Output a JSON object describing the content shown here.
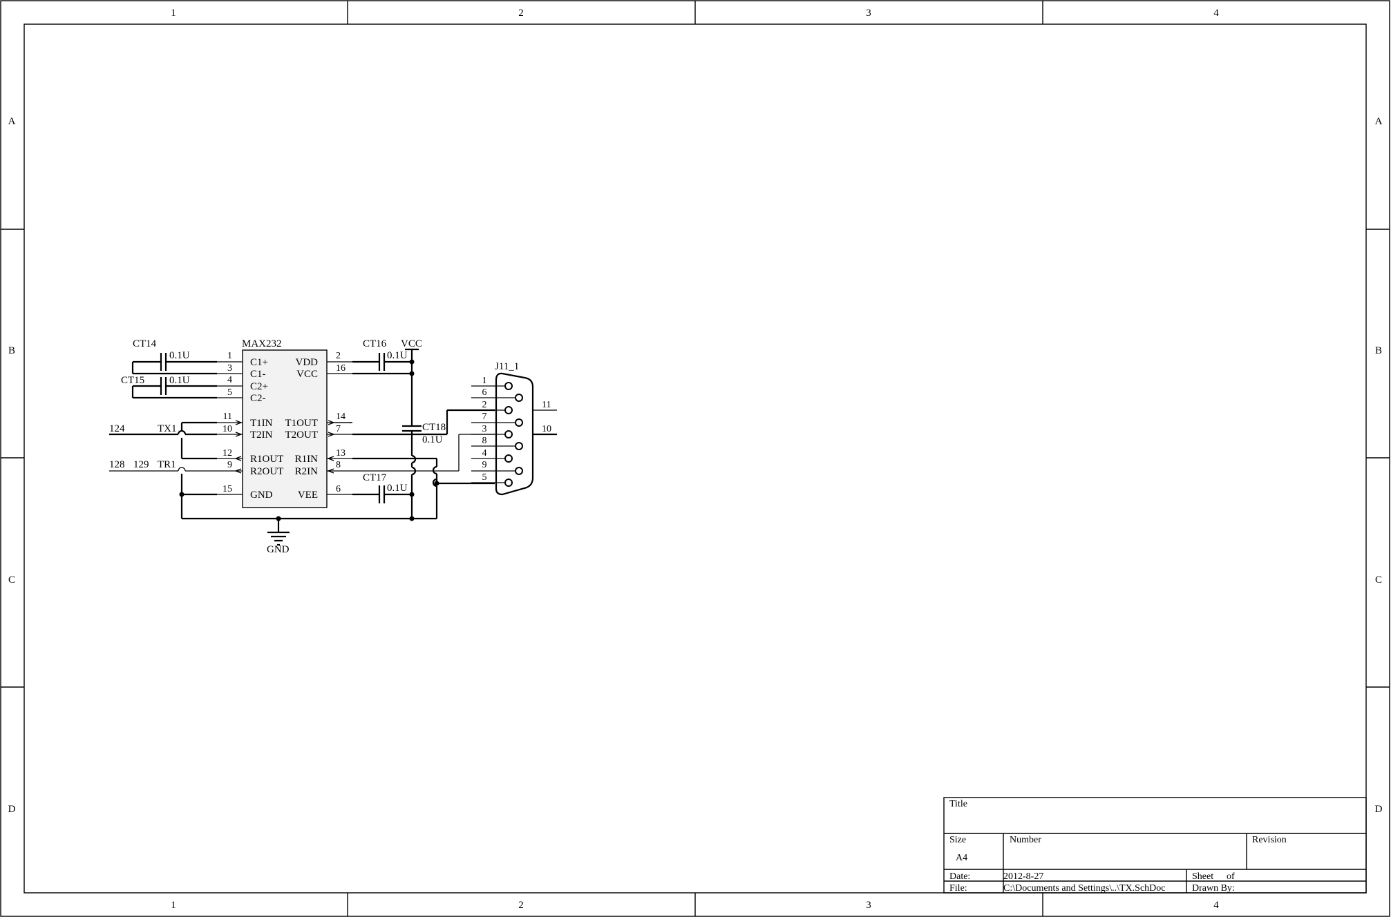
{
  "zones": {
    "columns": [
      "1",
      "2",
      "3",
      "4"
    ],
    "rows": [
      "A",
      "B",
      "C",
      "D"
    ]
  },
  "ic": {
    "ref": "MAX232",
    "left_pins": [
      {
        "name": "C1+",
        "num": "1"
      },
      {
        "name": "C1-",
        "num": "3"
      },
      {
        "name": "C2+",
        "num": "4"
      },
      {
        "name": "C2-",
        "num": "5"
      },
      {
        "name": "T1IN",
        "num": "11"
      },
      {
        "name": "T2IN",
        "num": "10"
      },
      {
        "name": "R1OUT",
        "num": "12"
      },
      {
        "name": "R2OUT",
        "num": "9"
      },
      {
        "name": "GND",
        "num": "15"
      }
    ],
    "right_pins": [
      {
        "name": "VDD",
        "num": "2"
      },
      {
        "name": "VCC",
        "num": "16"
      },
      {
        "name": "T1OUT",
        "num": "14"
      },
      {
        "name": "T2OUT",
        "num": "7"
      },
      {
        "name": "R1IN",
        "num": "13"
      },
      {
        "name": "R2IN",
        "num": "8"
      },
      {
        "name": "VEE",
        "num": "6"
      }
    ]
  },
  "capacitors": [
    {
      "ref": "CT14",
      "value": "0.1U"
    },
    {
      "ref": "CT15",
      "value": "0.1U"
    },
    {
      "ref": "CT16",
      "value": "0.1U"
    },
    {
      "ref": "CT17",
      "value": "0.1U"
    },
    {
      "ref": "CT18",
      "value": "0.1U"
    }
  ],
  "power": {
    "vcc": "VCC",
    "gnd": "GND"
  },
  "nets": {
    "tx_num": "124",
    "tx_name": "TX1",
    "tr_num1": "128",
    "tr_num2": "129",
    "tr_name": "TR1"
  },
  "connector": {
    "ref": "J11_1",
    "pins": [
      "1",
      "6",
      "2",
      "7",
      "3",
      "8",
      "4",
      "9",
      "5"
    ],
    "mount_pins": [
      "11",
      "10"
    ]
  },
  "title_block": {
    "title_label": "Title",
    "size_label": "Size",
    "size_value": "A4",
    "number_label": "Number",
    "revision_label": "Revision",
    "date_label": "Date:",
    "date_value": "2012-8-27",
    "sheet_label": "Sheet",
    "of_label": "of",
    "file_label": "File:",
    "file_value": "C:\\Documents and Settings\\..\\TX.SchDoc",
    "drawn_by_label": "Drawn By:"
  }
}
